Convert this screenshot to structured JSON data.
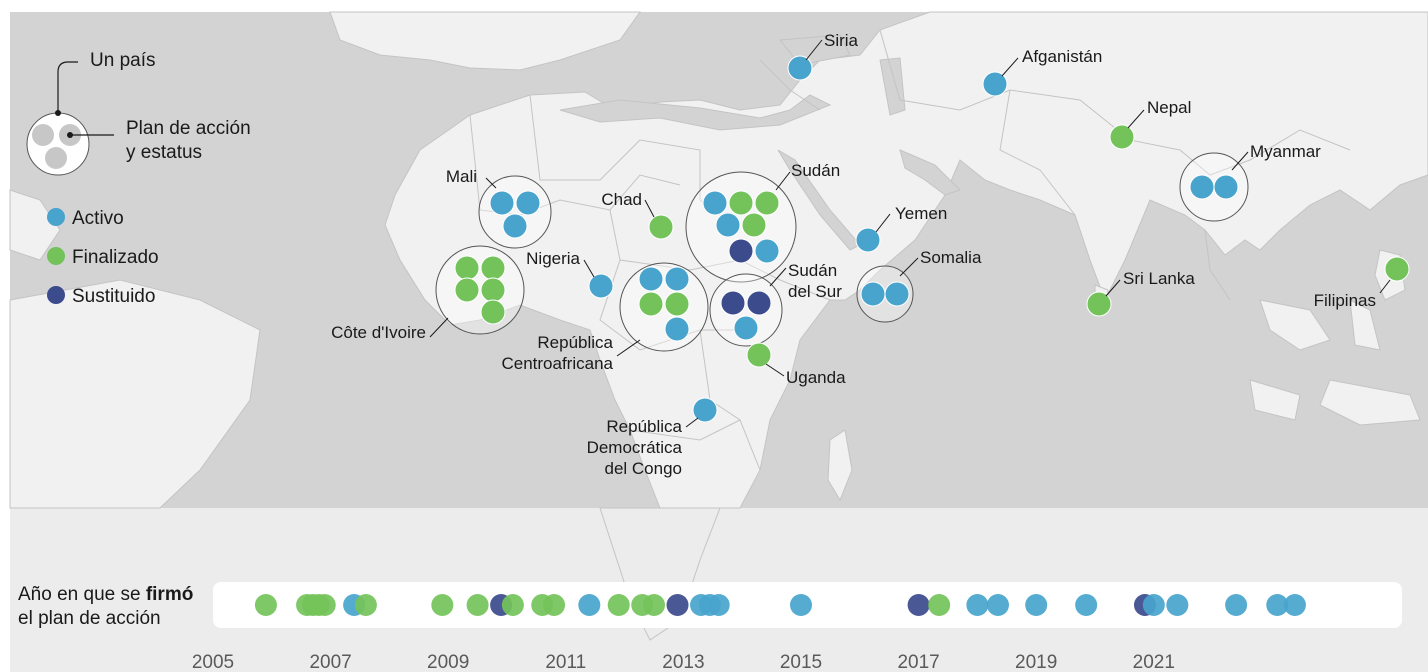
{
  "colors": {
    "activo": "#48a4cc",
    "finalizado": "#74c35a",
    "sustituido": "#3b4b8c",
    "land": "#f1f1f1",
    "water": "#d3d3d3",
    "bottom_band": "#ececec"
  },
  "legend": {
    "one_country": "Un país",
    "plan_line1": "Plan de acción",
    "plan_line2": "y estatus",
    "items": [
      {
        "status": "activo",
        "label": "Activo"
      },
      {
        "status": "finalizado",
        "label": "Finalizado"
      },
      {
        "status": "sustituido",
        "label": "Sustituido"
      }
    ]
  },
  "countries": [
    {
      "id": "siria",
      "label_lines": [
        "Siria"
      ],
      "plans": [
        "activo"
      ]
    },
    {
      "id": "afganistan",
      "label_lines": [
        "Afganistán"
      ],
      "plans": [
        "activo"
      ]
    },
    {
      "id": "nepal",
      "label_lines": [
        "Nepal"
      ],
      "plans": [
        "finalizado"
      ]
    },
    {
      "id": "myanmar",
      "label_lines": [
        "Myanmar"
      ],
      "plans": [
        "activo",
        "activo"
      ]
    },
    {
      "id": "sudan",
      "label_lines": [
        "Sudán"
      ],
      "plans": [
        "activo",
        "finalizado",
        "finalizado",
        "activo",
        "finalizado",
        "sustituido",
        "activo"
      ]
    },
    {
      "id": "mali",
      "label_lines": [
        "Mali"
      ],
      "plans": [
        "activo",
        "activo",
        "activo"
      ]
    },
    {
      "id": "chad",
      "label_lines": [
        "Chad"
      ],
      "plans": [
        "finalizado"
      ]
    },
    {
      "id": "yemen",
      "label_lines": [
        "Yemen"
      ],
      "plans": [
        "activo"
      ]
    },
    {
      "id": "nigeria",
      "label_lines": [
        "Nigeria"
      ],
      "plans": [
        "activo"
      ]
    },
    {
      "id": "cote-divoire",
      "label_lines": [
        "Côte d'Ivoire"
      ],
      "plans": [
        "finalizado",
        "finalizado",
        "finalizado",
        "finalizado",
        "finalizado"
      ]
    },
    {
      "id": "sudan-del-sur",
      "label_lines": [
        "Sudán",
        "del Sur"
      ],
      "plans": [
        "sustituido",
        "sustituido",
        "activo"
      ]
    },
    {
      "id": "somalia",
      "label_lines": [
        "Somalia"
      ],
      "plans": [
        "activo",
        "activo"
      ]
    },
    {
      "id": "sri-lanka",
      "label_lines": [
        "Sri Lanka"
      ],
      "plans": [
        "finalizado"
      ]
    },
    {
      "id": "filipinas",
      "label_lines": [
        "Filipinas"
      ],
      "plans": [
        "finalizado"
      ]
    },
    {
      "id": "rca",
      "label_lines": [
        "República",
        "Centroafricana"
      ],
      "plans": [
        "activo",
        "activo",
        "finalizado",
        "finalizado",
        "activo"
      ]
    },
    {
      "id": "uganda",
      "label_lines": [
        "Uganda"
      ],
      "plans": [
        "finalizado"
      ]
    },
    {
      "id": "rdc",
      "label_lines": [
        "República",
        "Democrática",
        "del Congo"
      ],
      "plans": [
        "activo"
      ]
    }
  ],
  "timeline": {
    "label_pre": "Año en que se ",
    "label_bold": "firmó",
    "label_line2": "el plan de acción",
    "ticks": [
      "2005",
      "2007",
      "2009",
      "2011",
      "2013",
      "2015",
      "2017",
      "2019",
      "2021"
    ],
    "events": [
      {
        "year": 2005.9,
        "status": "finalizado"
      },
      {
        "year": 2006.6,
        "status": "finalizado"
      },
      {
        "year": 2006.7,
        "status": "finalizado"
      },
      {
        "year": 2006.8,
        "status": "finalizado"
      },
      {
        "year": 2006.9,
        "status": "finalizado"
      },
      {
        "year": 2007.4,
        "status": "activo"
      },
      {
        "year": 2007.6,
        "status": "finalizado"
      },
      {
        "year": 2008.9,
        "status": "finalizado"
      },
      {
        "year": 2009.5,
        "status": "finalizado"
      },
      {
        "year": 2009.9,
        "status": "sustituido"
      },
      {
        "year": 2010.1,
        "status": "finalizado"
      },
      {
        "year": 2010.6,
        "status": "finalizado"
      },
      {
        "year": 2010.8,
        "status": "finalizado"
      },
      {
        "year": 2011.4,
        "status": "activo"
      },
      {
        "year": 2011.9,
        "status": "finalizado"
      },
      {
        "year": 2012.3,
        "status": "finalizado"
      },
      {
        "year": 2012.5,
        "status": "finalizado"
      },
      {
        "year": 2012.9,
        "status": "sustituido"
      },
      {
        "year": 2013.3,
        "status": "activo"
      },
      {
        "year": 2013.45,
        "status": "activo"
      },
      {
        "year": 2013.6,
        "status": "activo"
      },
      {
        "year": 2015.0,
        "status": "activo"
      },
      {
        "year": 2017.0,
        "status": "sustituido"
      },
      {
        "year": 2017.35,
        "status": "finalizado"
      },
      {
        "year": 2018.0,
        "status": "activo"
      },
      {
        "year": 2018.35,
        "status": "activo"
      },
      {
        "year": 2019.0,
        "status": "activo"
      },
      {
        "year": 2019.85,
        "status": "activo"
      },
      {
        "year": 2020.85,
        "status": "sustituido"
      },
      {
        "year": 2021.0,
        "status": "activo"
      },
      {
        "year": 2021.4,
        "status": "activo"
      },
      {
        "year": 2022.4,
        "status": "activo"
      },
      {
        "year": 2023.1,
        "status": "activo"
      },
      {
        "year": 2023.4,
        "status": "activo"
      }
    ]
  }
}
